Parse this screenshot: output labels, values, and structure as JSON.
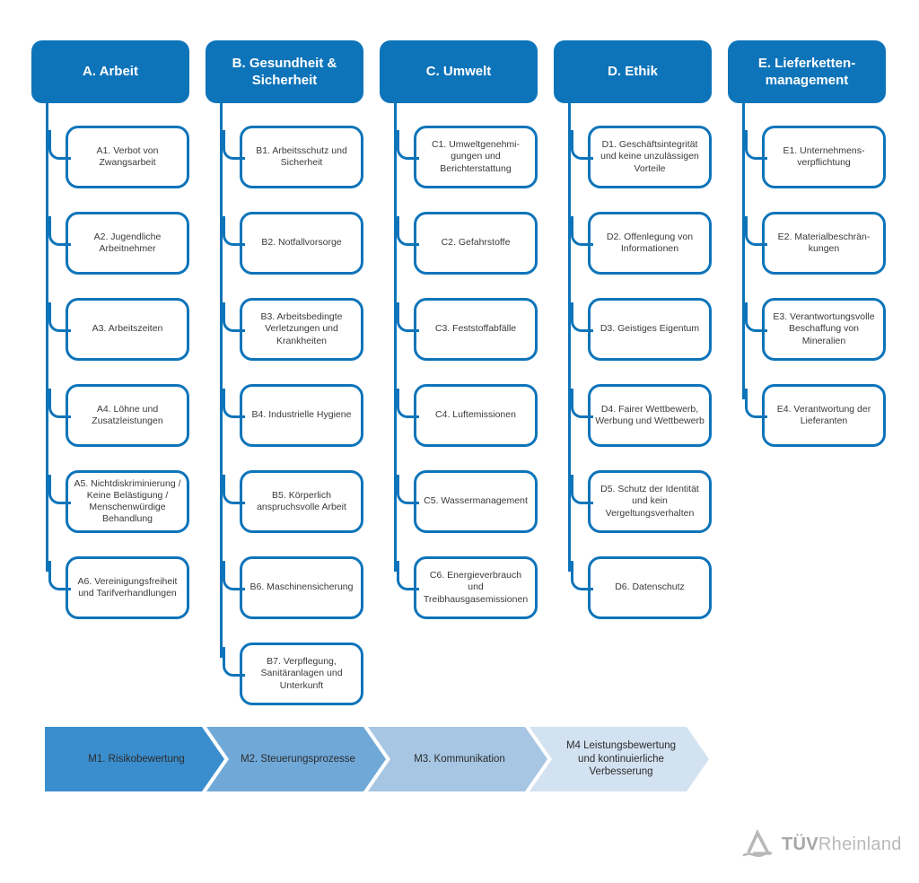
{
  "columns": [
    {
      "id": "A",
      "title": "A. Arbeit",
      "items": [
        "A1. Verbot von Zwangsarbeit",
        "A2. Jugendliche Arbeitnehmer",
        "A3. Arbeitszeiten",
        "A4. Löhne und Zusatzleistungen",
        "A5. Nichtdiskriminierung / Keine Belästigung / Menschenwürdige Behandlung",
        "A6. Vereinigungsfreiheit und Tarifverhandlungen"
      ]
    },
    {
      "id": "B",
      "title": "B. Gesundheit & Sicherheit",
      "items": [
        "B1. Arbeitsschutz und Sicherheit",
        "B2. Notfallvorsorge",
        "B3. Arbeitsbedingte Verletzungen und Krankheiten",
        "B4. Industrielle Hygiene",
        "B5. Körperlich anspruchsvolle Arbeit",
        "B6. Maschinensicherung",
        "B7. Verpflegung, Sanitäranlagen und Unterkunft"
      ]
    },
    {
      "id": "C",
      "title": "C. Umwelt",
      "items": [
        "C1. Umweltgenehmi­gungen und Berichterstattung",
        "C2. Gefahrstoffe",
        "C3. Feststoffabfälle",
        "C4. Luftemissionen",
        "C5. Wassermanagement",
        "C6. Energieverbrauch und Treibhausgasemissionen"
      ]
    },
    {
      "id": "D",
      "title": "D. Ethik",
      "items": [
        "D1. Geschäftsintegrität und keine unzulässigen Vorteile",
        "D2. Offenlegung von Informationen",
        "D3. Geistiges Eigentum",
        "D4. Fairer Wettbewerb, Werbung und Wettbewerb",
        "D5. Schutz der Identität und kein Vergeltungsverhalten",
        "D6. Datenschutz"
      ]
    },
    {
      "id": "E",
      "title": "E. Lieferketten­management",
      "items": [
        "E1. Unternehmens­verpflichtung",
        "E2. Materialbeschrän­kungen",
        "E3. Verantwortungsvolle Beschaffung von Mineralien",
        "E4. Verantwortung der Lieferanten"
      ]
    }
  ],
  "process_steps": [
    {
      "label": "M1. Risikobewertung",
      "color": "#3a8ecd"
    },
    {
      "label": "M2. Steuerungsprozesse",
      "color": "#70a8d8"
    },
    {
      "label": "M3. Kommunikation",
      "color": "#a6c6e3"
    },
    {
      "label": "M4 Leistungsbewertung und kontinuierliche Verbesserung",
      "color": "#d3e2f1"
    }
  ],
  "logo": {
    "bold": "TÜV",
    "regular": "Rheinland"
  },
  "colors": {
    "brand_blue": "#0e74ba",
    "box_border": "#0e74ba",
    "box_text": "#3a3a3a",
    "logo_gray": "#b9b9b9"
  },
  "layout_hints": {
    "column_lefts": [
      35,
      229,
      423,
      617,
      811
    ]
  }
}
